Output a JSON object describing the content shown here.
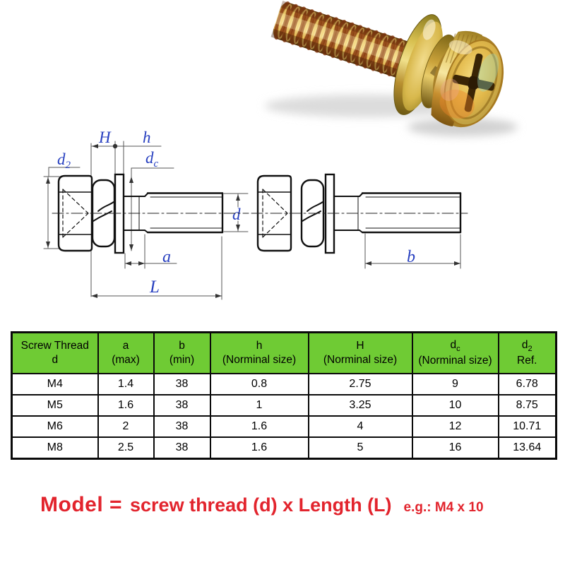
{
  "diagram": {
    "label_color": "#2840c0",
    "left": {
      "H": "H",
      "h": "h",
      "d2": {
        "base": "d",
        "sub": "2"
      },
      "dc": {
        "base": "d",
        "sub": "c"
      },
      "d": "d",
      "a": "a",
      "L": "L"
    },
    "right": {
      "b": "b"
    }
  },
  "table": {
    "header_bg": "#6fcb34",
    "headers": [
      {
        "line1": "Screw Thread",
        "line2": "d"
      },
      {
        "line1": "a",
        "line2": "(max)"
      },
      {
        "line1": "b",
        "line2": "(min)"
      },
      {
        "line1": "h",
        "line2": "(Norminal size)"
      },
      {
        "line1": "H",
        "line2": "(Norminal size)"
      },
      {
        "line1": "d",
        "sub": "c",
        "line2": "(Norminal size)"
      },
      {
        "line1": "d",
        "sub": "2",
        "line2": "Ref."
      }
    ],
    "rows": [
      [
        "M4",
        "1.4",
        "38",
        "0.8",
        "2.75",
        "9",
        "6.78"
      ],
      [
        "M5",
        "1.6",
        "38",
        "1",
        "3.25",
        "10",
        "8.75"
      ],
      [
        "M6",
        "2",
        "38",
        "1.6",
        "4",
        "12",
        "10.71"
      ],
      [
        "M8",
        "2.5",
        "38",
        "1.6",
        "5",
        "16",
        "13.64"
      ]
    ]
  },
  "model_note": {
    "color": "#e2242d",
    "prefix": "Model =",
    "formula": "screw thread (d) x Length (L)",
    "example": "e.g.: M4 x 10"
  }
}
